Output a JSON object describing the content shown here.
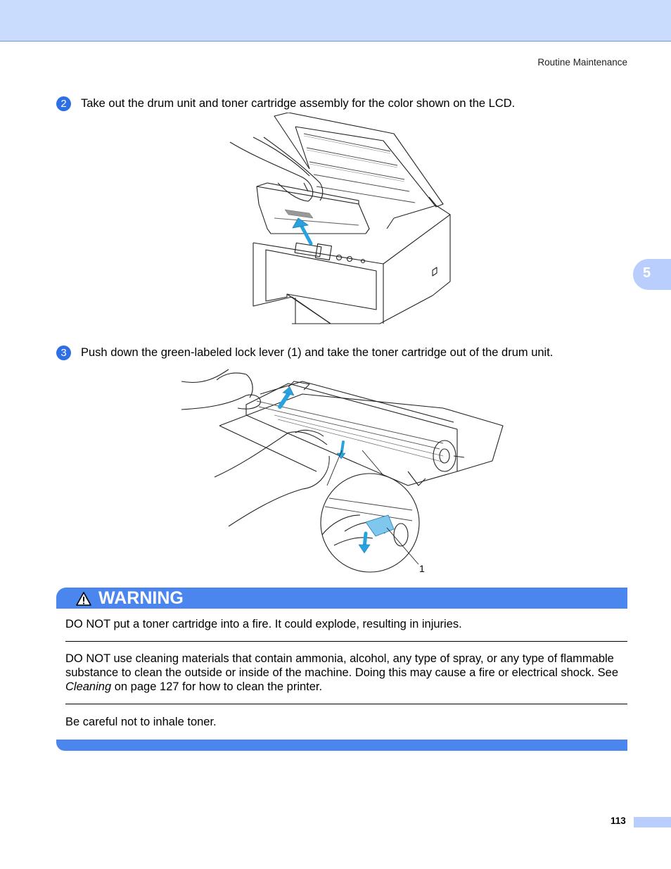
{
  "header": {
    "running_title": "Routine Maintenance"
  },
  "chapter": {
    "number": "5"
  },
  "steps": [
    {
      "number": "2",
      "text": "Take out the drum unit and toner cartridge assembly for the color shown on the LCD."
    },
    {
      "number": "3",
      "text": "Push down the green-labeled lock lever (1) and take the toner cartridge out of the drum unit."
    }
  ],
  "figure2": {
    "callout": "1"
  },
  "warning": {
    "title": "WARNING",
    "items": [
      {
        "text": "DO NOT put a toner cartridge into a fire. It could explode, resulting in injuries."
      },
      {
        "before": "DO NOT use cleaning materials that contain ammonia, alcohol, any type of spray, or any type of flammable substance to clean the outside or inside of the machine. Doing this may cause a fire or electrical shock. See ",
        "link": "Cleaning",
        "after": " on page 127 for how to clean the printer."
      },
      {
        "text": "Be careful not to inhale toner."
      }
    ]
  },
  "footer": {
    "page_number": "113"
  },
  "colors": {
    "accent": "#4a86ee",
    "header_band": "#cadcfe",
    "tab": "#b9cefc",
    "arrow": "#29a3e0"
  }
}
